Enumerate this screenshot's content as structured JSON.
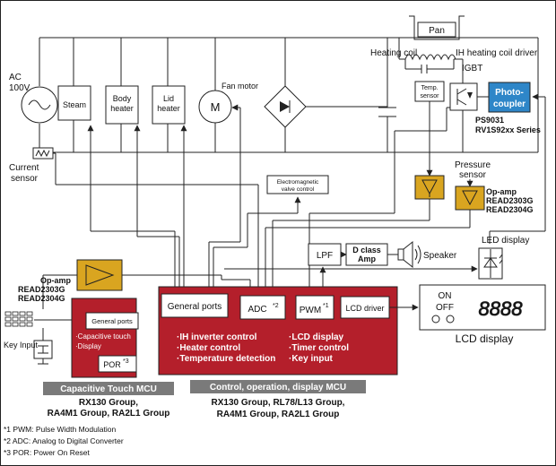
{
  "power": {
    "ac_label_1": "AC",
    "ac_label_2": "100V",
    "current_sensor_1": "Current",
    "current_sensor_2": "sensor"
  },
  "loads": {
    "steam": "Steam",
    "body_heater_1": "Body",
    "body_heater_2": "heater",
    "lid_heater_1": "Lid",
    "lid_heater_2": "heater",
    "fan_motor": "Fan motor",
    "fan_symbol": "M"
  },
  "ih": {
    "pan": "Pan",
    "heating_coil": "Heating coil",
    "coil_driver": "IH heating coil driver",
    "igbt": "IGBT",
    "temp_sensor_1": "Temp.",
    "temp_sensor_2": "sensor",
    "photocoupler_1": "Photo-",
    "photocoupler_2": "coupler",
    "photocoupler_part_1": "PS9031",
    "photocoupler_part_2": "RV1S92xx Series",
    "pressure_sensor_1": "Pressure",
    "pressure_sensor_2": "sensor",
    "opamp_right_1": "Op-amp",
    "opamp_right_2": "READ2303G",
    "opamp_right_3": "READ2304G",
    "valve_1": "Electromagnetic",
    "valve_2": "valve control"
  },
  "audio": {
    "lpf": "LPF",
    "amp_1": "D class",
    "amp_2": "Amp",
    "speaker": "Speaker"
  },
  "led": {
    "label": "LED display"
  },
  "lcd": {
    "on": "ON",
    "off": "OFF",
    "digits": "8888",
    "label": "LCD display"
  },
  "opamp_left": {
    "line_1": "Op-amp",
    "line_2": "READ2303G",
    "line_3": "READ2304G"
  },
  "key_input": {
    "label": "Key Input"
  },
  "cap_mcu": {
    "general_ports": "General ports",
    "func_1": "·Capacitive touch",
    "func_2": "·Display",
    "por": "POR",
    "por_note": "*3",
    "title": "Capacitive Touch  MCU",
    "groups_1": "RX130 Group,",
    "groups_2": "RA4M1 Group, RA2L1 Group"
  },
  "ctrl_mcu": {
    "general_ports": "General ports",
    "adc": "ADC",
    "adc_note": "*2",
    "pwm": "PWM",
    "pwm_note": "*1",
    "lcd_driver": "LCD driver",
    "func_1": "·IH inverter control",
    "func_2": "·Heater control",
    "func_3": "·Temperature detection",
    "func_4": "·LCD display",
    "func_5": "·Timer control",
    "func_6": "·Key input",
    "title": "Control, operation, display MCU",
    "groups_1": "RX130 Group, RL78/L13 Group,",
    "groups_2": "RA4M1 Group, RA2L1 Group"
  },
  "notes": {
    "note_1": "*1 PWM: Pulse Width Modulation",
    "note_2": "*2  ADC: Analog to Digital Converter",
    "note_3": "*3 POR: Power On Reset"
  },
  "colors": {
    "mcu_red": "#b41f2b",
    "opamp_gold": "#d9a520",
    "photocoupler_blue": "#2e86c8",
    "mcu_label_gray": "#7a7a7a"
  }
}
